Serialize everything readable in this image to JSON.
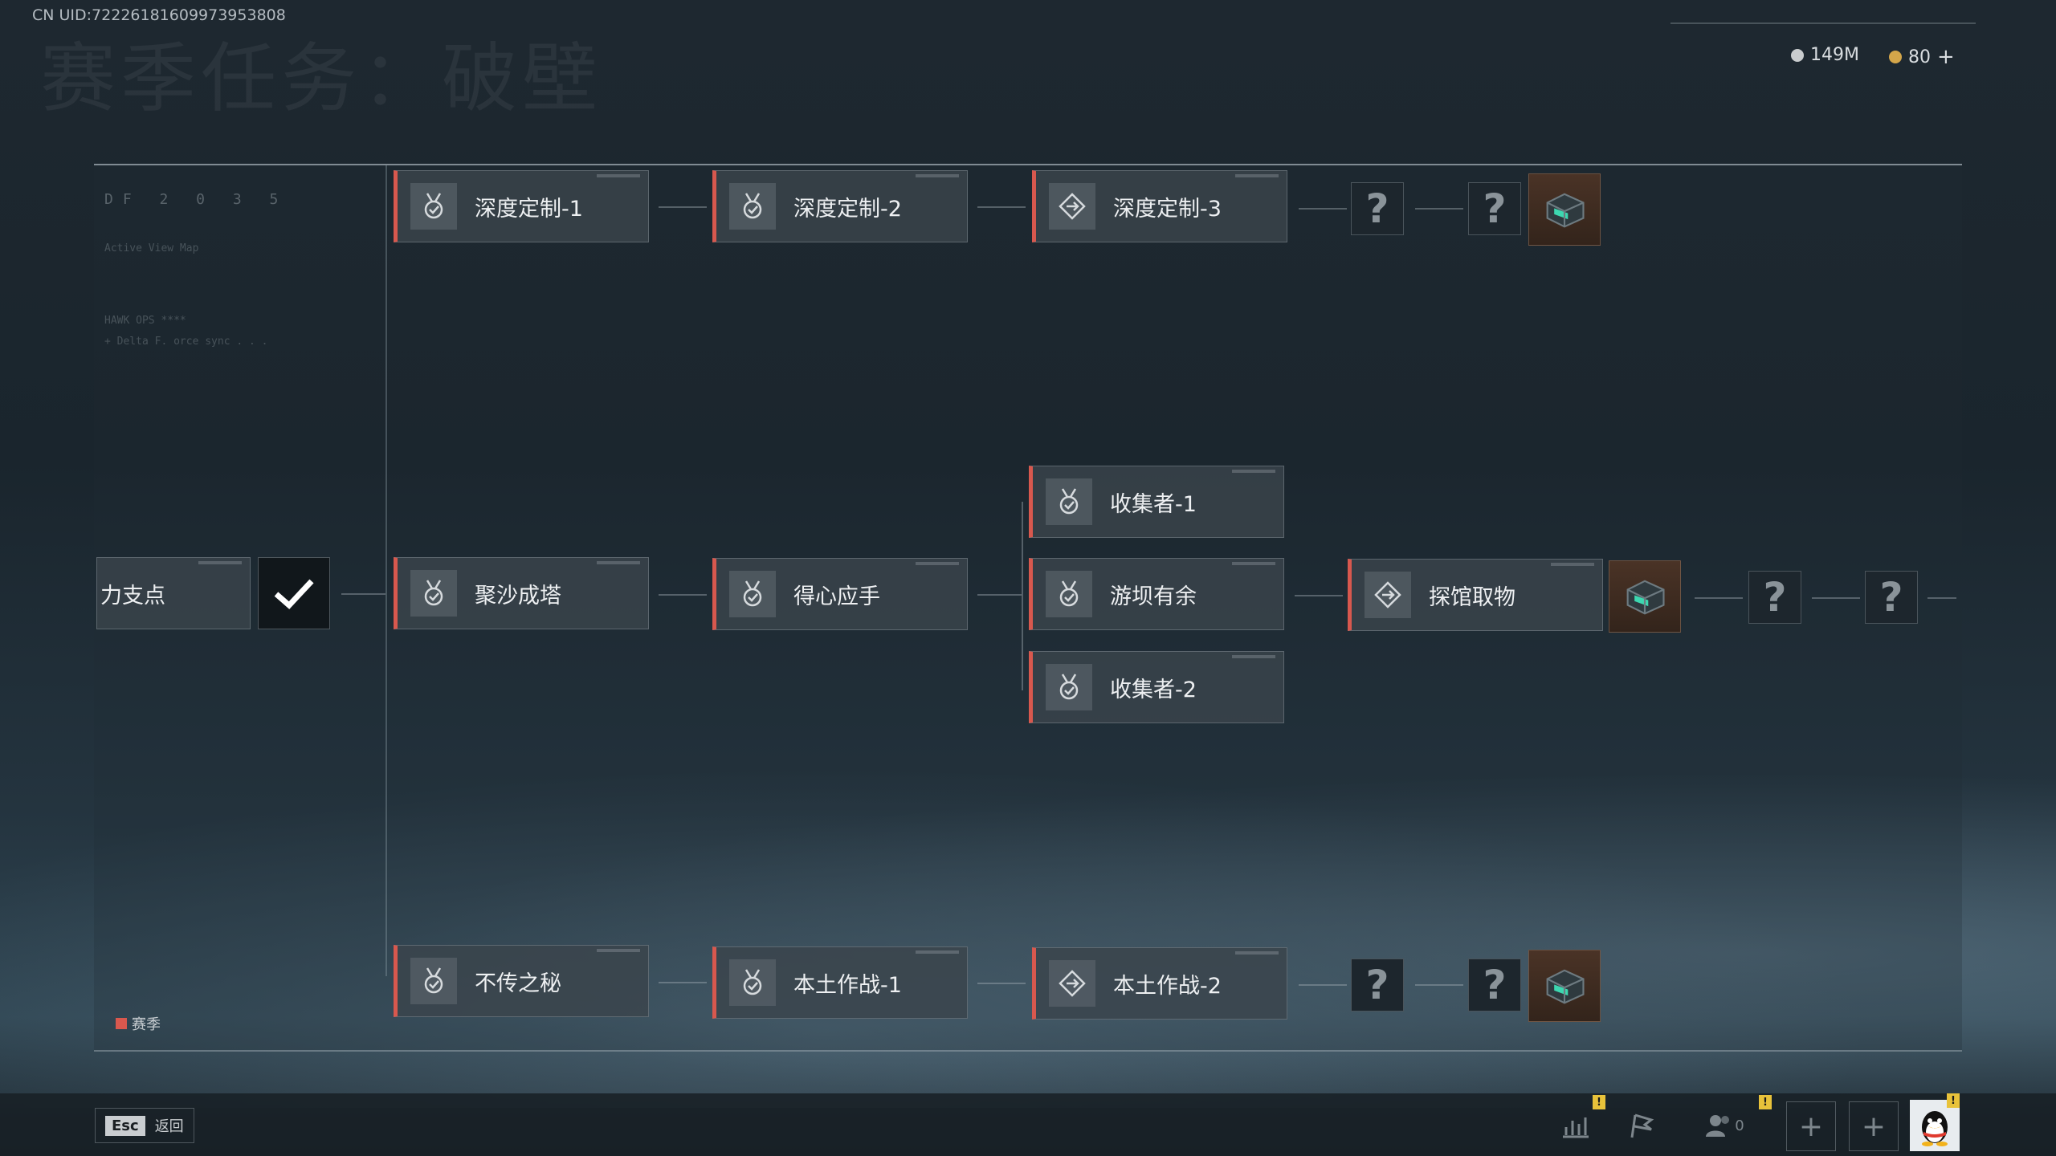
{
  "header": {
    "uid": "CN UID:72226181609973953808",
    "bg_title": "赛季任务：破壁",
    "currency_silver": "149M",
    "currency_gold": "80",
    "currency_add": "+"
  },
  "panel": {
    "df_code": "DF 2 0 3 5",
    "deco_lines": [
      "Active View Map",
      "HAWK OPS ****",
      "+ Delta F. orce sync . . ."
    ]
  },
  "nodes": {
    "deep1": "深度定制-1",
    "deep2": "深度定制-2",
    "deep3": "深度定制-3",
    "pivot": "力支点",
    "sand": "聚沙成塔",
    "skilled": "得心应手",
    "collector1": "收集者-1",
    "dam": "游坝有余",
    "collector2": "收集者-2",
    "explore": "探馆取物",
    "secret": "不传之秘",
    "local1": "本土作战-1",
    "local2": "本土作战-2"
  },
  "unknown_mark": "?",
  "legend": {
    "label": "赛季",
    "color": "#d8584e"
  },
  "footer": {
    "esc_key": "Esc",
    "esc_label": "返回",
    "friends_count": "0",
    "badge": "!",
    "plus": "+"
  },
  "icons": [
    "chart-icon",
    "flag-icon",
    "friends-icon",
    "qq-icon",
    "medal-icon",
    "diamond-icon",
    "check-icon",
    "reward-chest-icon"
  ]
}
